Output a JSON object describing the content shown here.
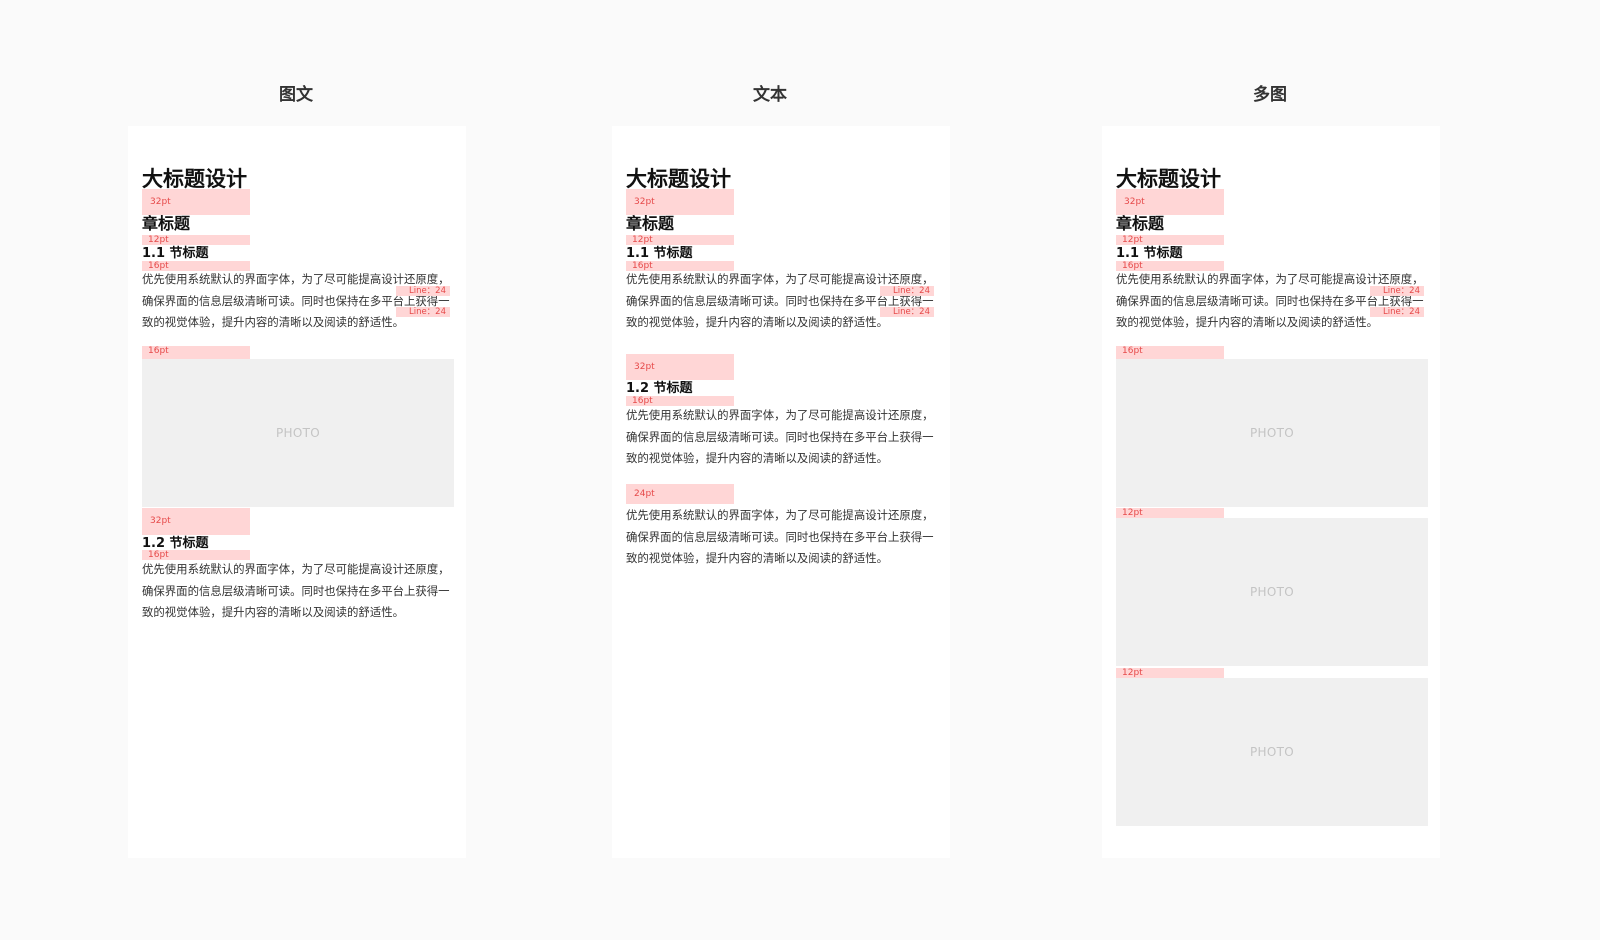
{
  "columns": [
    {
      "title": "图文"
    },
    {
      "title": "文本"
    },
    {
      "title": "多图"
    }
  ],
  "content": {
    "main_title": "大标题设计",
    "chapter_title": "章标题",
    "section_1": "1.1 节标题",
    "section_2": "1.2 节标题",
    "paragraph": "优先使用系统默认的界面字体，为了尽可能提高设计还原度，确保界面的信息层级清晰可读。同时也保持在多平台上获得一致的视觉体验，提升内容的清晰以及阅读的舒适性。",
    "photo_label": "PHOTO"
  },
  "spacing": {
    "s32": "32pt",
    "s24": "24pt",
    "s16": "16pt",
    "s12": "12pt",
    "line": "Line：24"
  }
}
